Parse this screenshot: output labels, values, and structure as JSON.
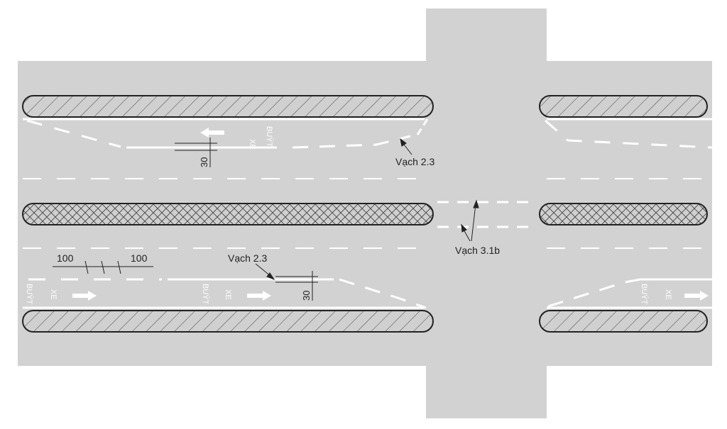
{
  "colors": {
    "road": "#d2d2d2",
    "marking": "#ffffff",
    "island_outline": "#222222",
    "annotation": "#222222",
    "background": "#ffffff"
  },
  "labels": {
    "marking_2_3_top": "Vạch 2.3",
    "marking_2_3_bottom": "Vạch 2.3",
    "marking_3_1b": "Vạch 3.1b",
    "dim_100_left": "100",
    "dim_100_right": "100",
    "dim_30_top": "30",
    "dim_30_bottom": "30"
  },
  "lane_text": {
    "bus": "BUÝT",
    "vehicle": "XE"
  },
  "islands": {
    "outer_pattern": "hatched",
    "median_pattern": "cross-hatched"
  }
}
